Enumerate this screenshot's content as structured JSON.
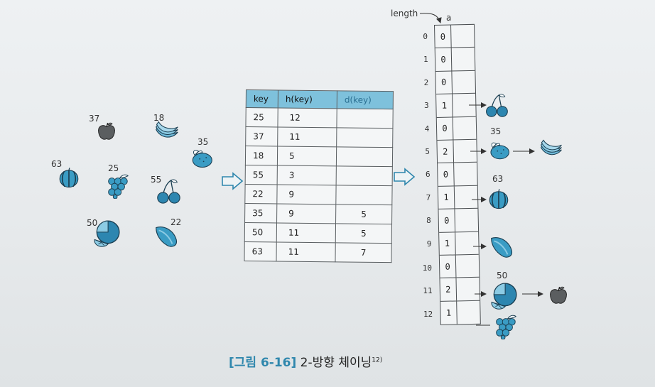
{
  "left_fruits": [
    {
      "key": "37",
      "icon": "apple-icon"
    },
    {
      "key": "18",
      "icon": "banana-icon"
    },
    {
      "key": "35",
      "icon": "lemon-icon"
    },
    {
      "key": "63",
      "icon": "watermelon-icon"
    },
    {
      "key": "25",
      "icon": "grape-icon"
    },
    {
      "key": "55",
      "icon": "cherry-icon"
    },
    {
      "key": "50",
      "icon": "orange-icon"
    },
    {
      "key": "22",
      "icon": "mango-icon"
    }
  ],
  "key_table": {
    "headers": [
      "key",
      "h(key)",
      "d(key)"
    ],
    "rows": [
      [
        "25",
        "12",
        ""
      ],
      [
        "37",
        "11",
        ""
      ],
      [
        "18",
        "5",
        ""
      ],
      [
        "55",
        "3",
        ""
      ],
      [
        "22",
        "9",
        ""
      ],
      [
        "35",
        "9",
        "5"
      ],
      [
        "50",
        "11",
        "5"
      ],
      [
        "63",
        "11",
        "7"
      ]
    ]
  },
  "hash_array": {
    "length_label": "length",
    "column_label": "a",
    "indices": [
      "0",
      "1",
      "2",
      "3",
      "4",
      "5",
      "6",
      "7",
      "8",
      "9",
      "10",
      "11",
      "12"
    ],
    "lengths": [
      "0",
      "0",
      "0",
      "1",
      "0",
      "2",
      "0",
      "1",
      "0",
      "1",
      "0",
      "2",
      "1"
    ]
  },
  "chain_labels": {
    "slot5_key": "35",
    "slot7_key": "63",
    "slot11_key": "50"
  },
  "caption": {
    "tag": "[그림 6-16]",
    "text": " 2-방향 체이닝",
    "sup": "12)"
  },
  "colors": {
    "accent": "#2f87ad",
    "header": "#7ec1dc",
    "fruit_blue": "#3a9cc4"
  }
}
